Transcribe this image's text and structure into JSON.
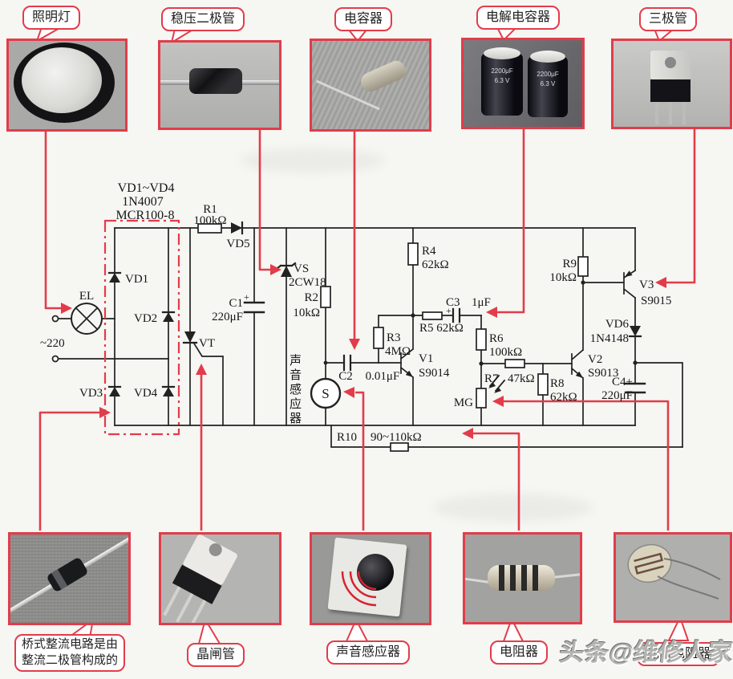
{
  "palette": {
    "accent_red": "#e23c4a",
    "line_color": "#222222",
    "paper": "#f6f6f3"
  },
  "top_callouts": [
    {
      "label": "照明灯",
      "photo": "lamp"
    },
    {
      "label": "稳压二极管",
      "photo": "zener-diode"
    },
    {
      "label": "电容器",
      "photo": "capacitor"
    },
    {
      "label": "电解电容器",
      "photo": "electrolytic-capacitor"
    },
    {
      "label": "三极管",
      "photo": "transistor"
    }
  ],
  "bottom_callouts": [
    {
      "line1": "桥式整流电路是由",
      "line2": "整流二极管构成的",
      "photo": "rectifier-diode"
    },
    {
      "label": "晶闸管",
      "photo": "thyristor"
    },
    {
      "label": "声音感应器",
      "photo": "sound-sensor"
    },
    {
      "label": "电阻器",
      "photo": "resistor"
    },
    {
      "label": "光敏电阻器",
      "photo": "photoresistor"
    }
  ],
  "watermark": {
    "text": "头条@维修人家"
  },
  "photo_markings": {
    "cap_value": "2200μF",
    "cap_volt": "6.3 V"
  },
  "schematic": {
    "note1": "VD1~VD4",
    "note2": "1N4007",
    "note3": "MCR100-8",
    "mains": "~220",
    "lamp": "EL",
    "vd1": "VD1",
    "vd2": "VD2",
    "vd3": "VD3",
    "vd4": "VD4",
    "vd5": "VD5",
    "vt": "VT",
    "r1": "R1",
    "r1v": "100kΩ",
    "vs": "VS",
    "vsv": "2CW18",
    "c1": "C1",
    "c1p": "+",
    "c1v": "220μF",
    "r2": "R2",
    "r2v": "10kΩ",
    "sensor_text": "声音感应器",
    "s": "S",
    "c2": "C2",
    "c2v": "0.01μF",
    "r3": "R3",
    "r3v": "4MΩ",
    "v1": "V1",
    "v1v": "S9014",
    "r4": "R4",
    "r4v": "62kΩ",
    "c3": "C3",
    "c3p": "+",
    "c3v": "1μF",
    "r5": "R5 62kΩ",
    "r6": "R6",
    "r6v": "100kΩ",
    "r7": "R7",
    "r7v": "47kΩ",
    "mg": "MG",
    "r8": "R8",
    "r8v": "62kΩ",
    "r9": "R9",
    "r9v": "10kΩ",
    "v2": "V2",
    "v2v": "S9013",
    "v3": "V3",
    "v3v": "S9015",
    "vd6": "VD6",
    "vd6v": "1N4148",
    "c4": "C4+",
    "c4v": "220μF",
    "r10": "R10",
    "r10v": "90~110kΩ"
  }
}
